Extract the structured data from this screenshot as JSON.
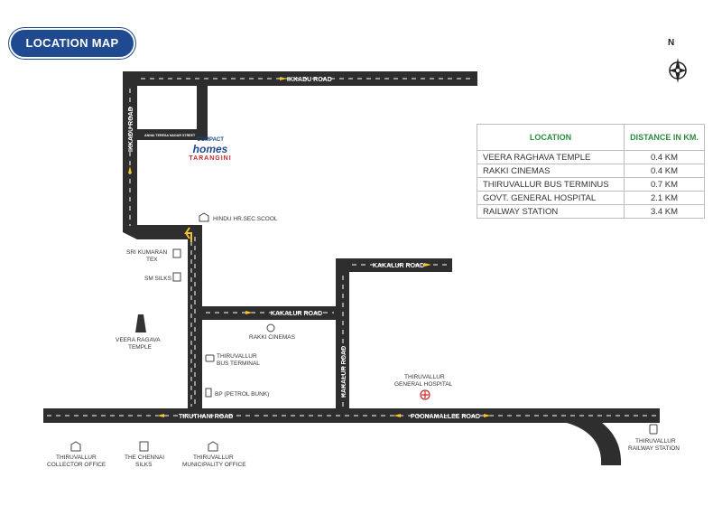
{
  "header": {
    "title": "LOCATION MAP"
  },
  "compass": {
    "north": "N",
    "icon": "compass-icon"
  },
  "distance_table": {
    "headers": {
      "location": "LOCATION",
      "distance": "DISTANCE IN KM."
    },
    "rows": [
      {
        "location": "VEERA RAGHAVA TEMPLE",
        "distance": "0.4 KM"
      },
      {
        "location": "RAKKI CINEMAS",
        "distance": "0.4 KM"
      },
      {
        "location": "THIRUVALLUR BUS TERMINUS",
        "distance": "0.7 KM"
      },
      {
        "location": "GOVT. GENERAL HOSPITAL",
        "distance": "2.1 KM"
      },
      {
        "location": "RAILWAY STATION",
        "distance": "3.4 KM"
      }
    ]
  },
  "roads": {
    "ikkadu_top": "IKKADU ROAD",
    "ikkadu_side": "IKKADU ROAD",
    "annai_teresa": "ANNAI TERESA NAGAR STREET",
    "kakalur_upper": "KAKALUR ROAD",
    "kakalur_mid": "KAKALUR ROAD",
    "kakalur_vertical": "KAKALUR ROAD",
    "tiruthani": "TIRUTHANI ROAD",
    "poonamallee": "POONAMALLEE ROAD"
  },
  "project": {
    "line1": "COMPACT",
    "line2": "homes",
    "line3": "TARANGINI"
  },
  "landmarks": {
    "hindu_school": "HINDU HR.SEC.SCOOL",
    "sri_kumaran_1": "SRI KUMARAN",
    "sri_kumaran_2": "TEX",
    "sm_silks": "SM SILKS",
    "veera_1": "VEERA RAGAVA",
    "veera_2": "TEMPLE",
    "rakki": "RAKKI CINEMAS",
    "bus_1": "THIRUVALLUR",
    "bus_2": "BUS TERMINAL",
    "bp": "BP (PETROL BUNK)",
    "hospital_1": "THIRUVALLUR",
    "hospital_2": "GENERAL HOSPITAL",
    "collector_1": "THIRUVALLUR",
    "collector_2": "COLLECTOR OFFICE",
    "chennai_silks_1": "THE CHENNAI",
    "chennai_silks_2": "SILKS",
    "municipality_1": "THIRUVALLUR",
    "municipality_2": "MUNICIPALITY OFFICE",
    "railway_1": "THIRUVALLUR",
    "railway_2": "RAILWAY STATION"
  },
  "colors": {
    "road": "#2e2e2e",
    "brand": "#1f4a8f",
    "table_header": "#2e8b3e",
    "arrow": "#f4c430",
    "hospital": "#c62828"
  }
}
